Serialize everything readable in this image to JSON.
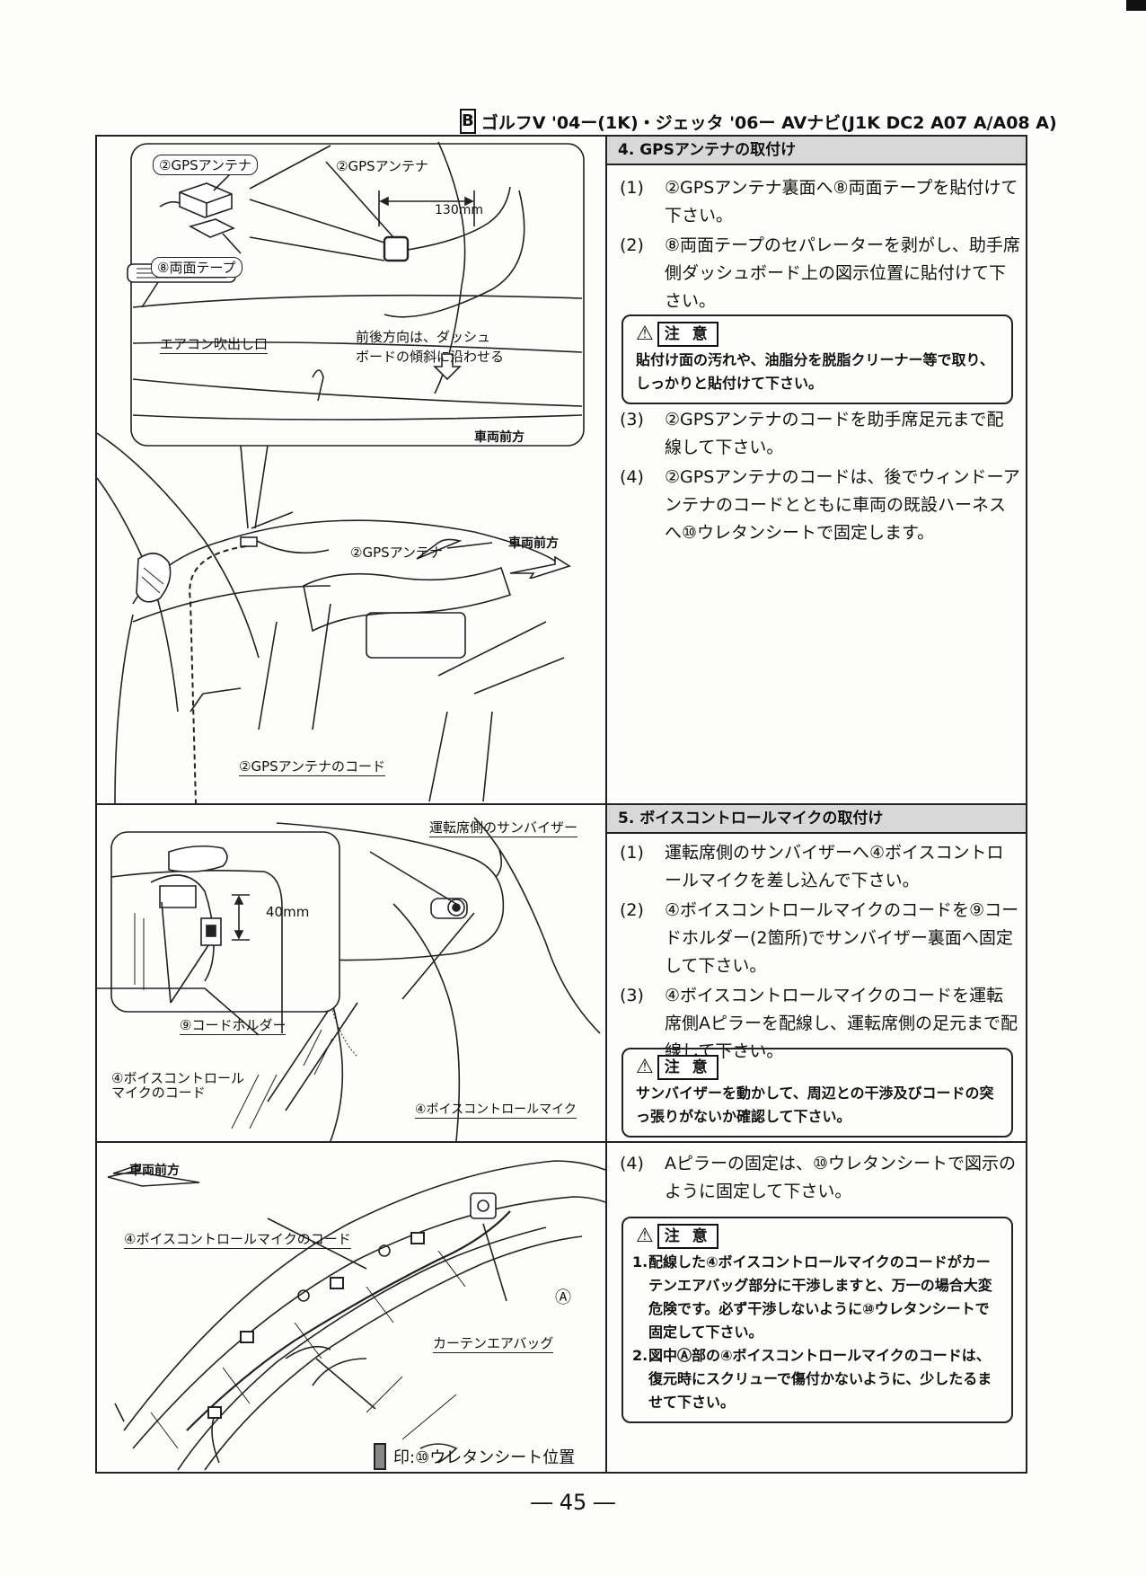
{
  "header": {
    "badge": "B",
    "title": "ゴルフV '04ー(1K)・ジェッタ '06ー AVナビ(J1K DC2 A07 A/A08 A)"
  },
  "section4": {
    "title": "4. GPSアンテナの取付け",
    "steps": [
      {
        "num": "(1)",
        "text": "②GPSアンテナ裏面へ⑧両面テープを貼付けて下さい。"
      },
      {
        "num": "(2)",
        "text": "⑧両面テープのセパレーターを剥がし、助手席側ダッシュボード上の図示位置に貼付けて下さい。"
      }
    ],
    "caution": {
      "title": "注 意",
      "text": "貼付け面の汚れや、油脂分を脱脂クリーナー等で取り、しっかりと貼付けて下さい。"
    },
    "steps2": [
      {
        "num": "(3)",
        "text": "②GPSアンテナのコードを助手席足元まで配線して下さい。"
      },
      {
        "num": "(4)",
        "text": "②GPSアンテナのコードは、後でウィンドーアンテナのコードとともに車両の既設ハーネスへ⑩ウレタンシートで固定します。"
      }
    ],
    "diagram": {
      "label_gps_antenna_1": "②GPSアンテナ",
      "label_gps_antenna_2": "②GPSアンテナ",
      "label_tape": "⑧両面テープ",
      "dim_130": "130mm",
      "label_aircon": "エアコン吹出し口",
      "label_direction_1": "前後方向は、ダッシュ",
      "label_direction_2": "ボードの傾斜に沿わせる",
      "label_front_1": "車両前方",
      "label_gps_antenna_3": "②GPSアンテナ",
      "label_front_2": "車両前方",
      "label_gps_cord": "②GPSアンテナのコード"
    }
  },
  "section5": {
    "title": "5. ボイスコントロールマイクの取付け",
    "steps": [
      {
        "num": "(1)",
        "text": "運転席側のサンバイザーへ④ボイスコントロールマイクを差し込んで下さい。"
      },
      {
        "num": "(2)",
        "text": "④ボイスコントロールマイクのコードを⑨コードホルダー(2箇所)でサンバイザー裏面へ固定して下さい。"
      },
      {
        "num": "(3)",
        "text": "④ボイスコントロールマイクのコードを運転席側Aピラーを配線し、運転席側の足元まで配線して下さい。"
      }
    ],
    "caution": {
      "title": "注 意",
      "text": "サンバイザーを動かして、周辺との干渉及びコードの突っ張りがないか確認して下さい。"
    },
    "diagram": {
      "label_sunvisor": "運転席側のサンバイザー",
      "dim_40": "40mm",
      "label_holder": "⑨コードホルダー",
      "label_mic_cord_1": "④ボイスコントロール",
      "label_mic_cord_2": "マイクのコード",
      "label_mic": "④ボイスコントロールマイク"
    }
  },
  "section6": {
    "steps": [
      {
        "num": "(4)",
        "text": "Aピラーの固定は、⑩ウレタンシートで図示のように固定して下さい。"
      }
    ],
    "caution": {
      "title": "注 意",
      "items": [
        {
          "num": "1.",
          "text": "配線した④ボイスコントロールマイクのコードがカーテンエアバッグ部分に干渉しますと、万一の場合大変危険です。必ず干渉しないように⑩ウレタンシートで固定して下さい。"
        },
        {
          "num": "2.",
          "text": "図中Ⓐ部の④ボイスコントロールマイクのコードは、復元時にスクリューで傷付かないように、少したるませて下さい。"
        }
      ]
    },
    "diagram": {
      "label_front": "車両前方",
      "label_mic_cord": "④ボイスコントロールマイクのコード",
      "label_a": "Ⓐ",
      "label_airbag": "カーテンエアバッグ",
      "label_urethane": "印:⑩ウレタンシート位置"
    }
  },
  "footer": {
    "page": "― 45 ―"
  }
}
